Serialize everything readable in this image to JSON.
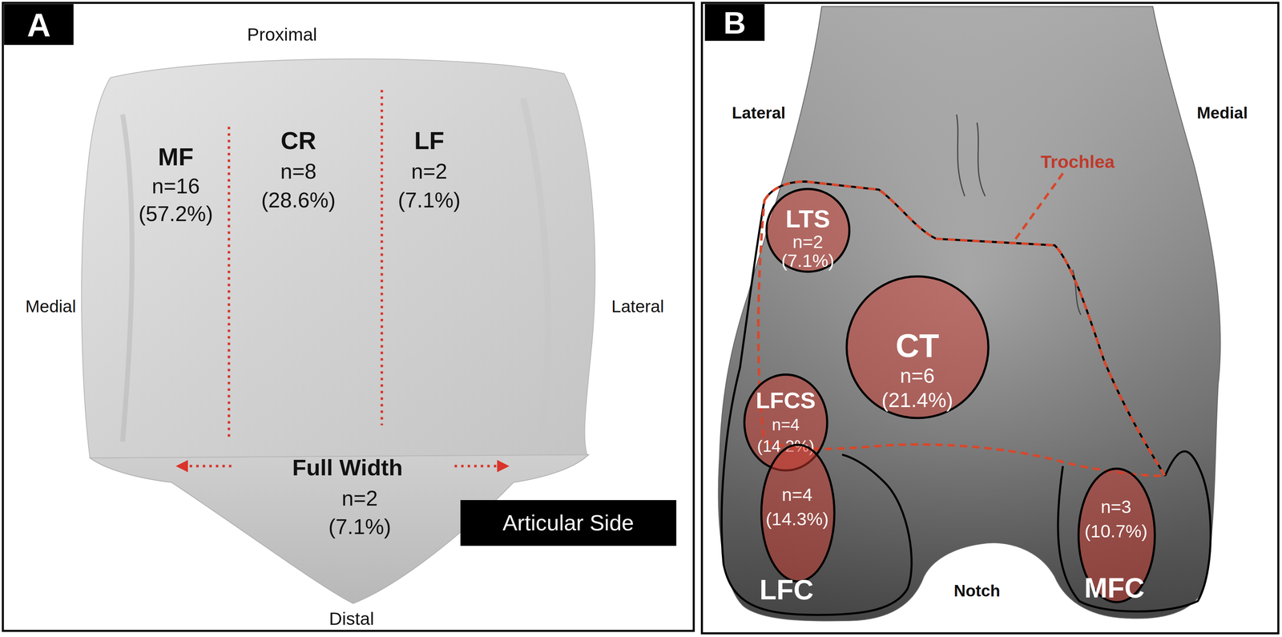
{
  "diagram": {
    "nodes": [
      {
        "text": [
          "A"
        ]
      },
      {
        "text": [
          "Articular Side"
        ]
      },
      {
        "text": [
          "B"
        ]
      },
      {
        "text": [
          "LTS",
          "n=2",
          "(7.1%)"
        ]
      },
      {
        "text": [
          "CT",
          "n=6",
          "(21.4%)"
        ]
      },
      {
        "text": [
          "LFCS",
          "n=4",
          "(14.2%)"
        ]
      },
      {
        "text": [
          "n=4",
          "(14.3%)",
          "LFC"
        ]
      },
      {
        "text": [
          "n=3",
          "(10.7%)",
          "MFC"
        ]
      }
    ],
    "labels": [
      "Proximal",
      "Medial",
      "MF",
      "n=16",
      "(57.2%)",
      "CR",
      "n=8",
      "(28.6%)",
      "LF",
      "n=2",
      "(7.1%)",
      "Lateral",
      "Full Width",
      "n=2",
      "(7.1%)",
      "Distal",
      "Lateral",
      "Medial",
      "Trochlea",
      "Notch"
    ]
  }
}
